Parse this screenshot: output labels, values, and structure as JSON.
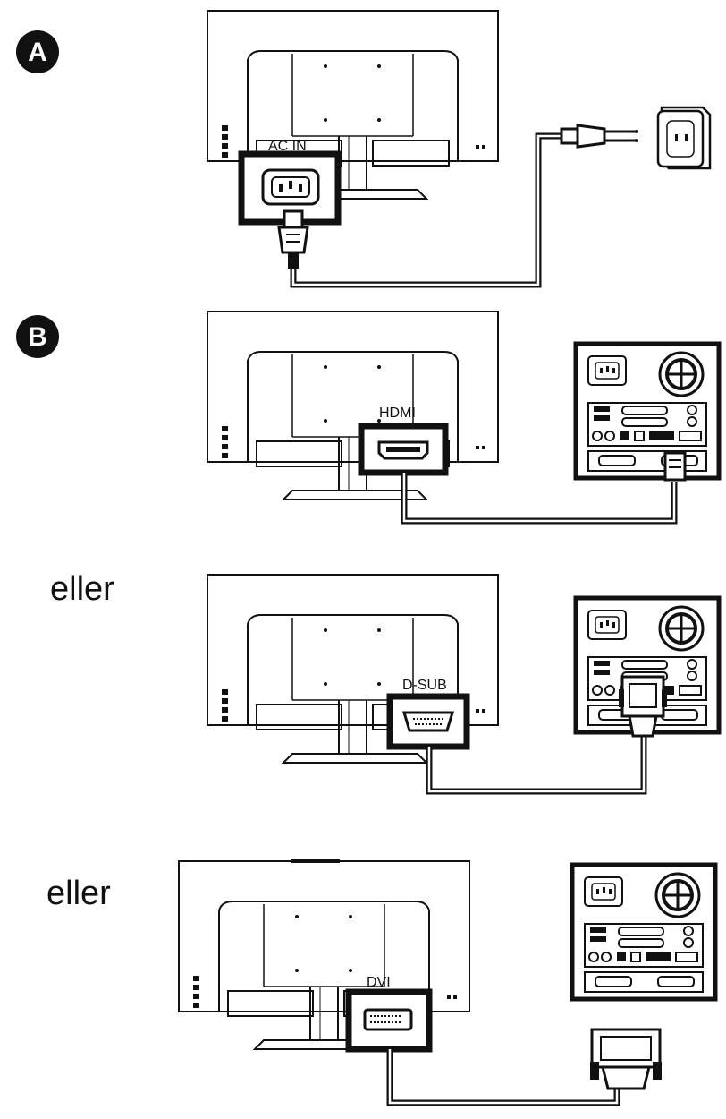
{
  "steps": [
    {
      "badge": "A",
      "port_label": "AC IN"
    },
    {
      "badge": "B",
      "port_label": "HDMI"
    },
    {
      "separator": "eller",
      "port_label": "D-SUB"
    },
    {
      "separator": "eller",
      "port_label": "DVI"
    }
  ],
  "colors": {
    "line": "#111111",
    "background": "#ffffff",
    "badge_fill": "#111111",
    "badge_text": "#ffffff"
  },
  "icons": [
    "monitor-back-icon",
    "power-plug-icon",
    "wall-outlet-icon",
    "pc-tower-back-icon",
    "hdmi-port-icon",
    "vga-port-icon",
    "dvi-port-icon",
    "cable-icon"
  ]
}
